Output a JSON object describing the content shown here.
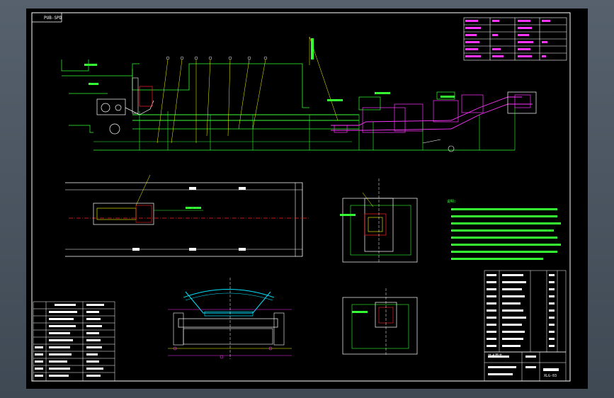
{
  "drawing": {
    "title_label": "PUB-SPD",
    "sheet_code": "XLG-03",
    "notes_heading": "说明:",
    "legend_title": "技术要求"
  },
  "colors": {
    "background": "#000000",
    "frame": "#ffffff",
    "structure": "#33ff33",
    "belt": "#ff33ff",
    "centerline": "#ff2222",
    "idler": "#00e5ff",
    "leaders": "#ffff00"
  }
}
